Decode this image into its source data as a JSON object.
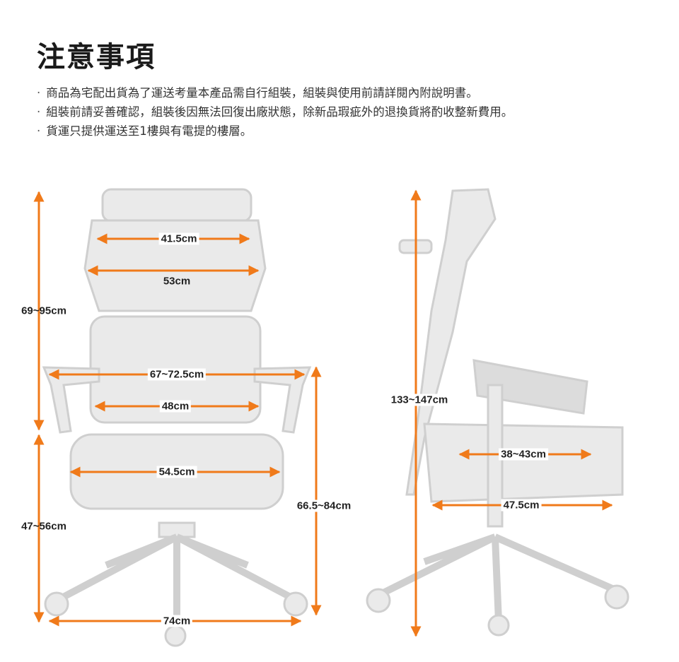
{
  "title": "注意事項",
  "notes": [
    "商品為宅配出貨為了運送考量本產品需自行組裝，組裝與使用前請詳閱內附說明書。",
    "組裝前請妥善確認，組裝後因無法回復出廠狀態，除新品瑕疵外的退換貨將酌收整新費用。",
    "貨運只提供運送至1樓與有電提的樓層。"
  ],
  "accent_color": "#f07a1a",
  "front_view": {
    "headrest_width": "41.5cm",
    "upper_back_width": "53cm",
    "total_height": "69~95cm",
    "armrest_span": "67~72.5cm",
    "lower_back_width": "48cm",
    "seat_width": "54.5cm",
    "seat_height": "47~56cm",
    "armrest_height": "66.5~84cm",
    "base_width": "74cm"
  },
  "side_view": {
    "total_height": "133~147cm",
    "seat_depth": "38~43cm",
    "overall_depth": "47.5cm"
  }
}
